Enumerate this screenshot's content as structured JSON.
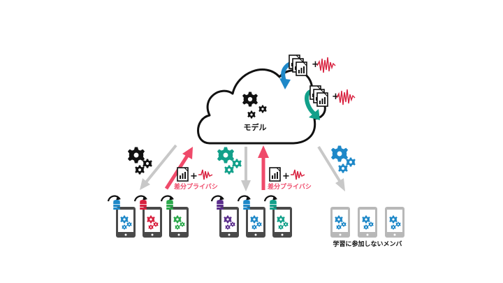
{
  "cloud": {
    "label": "モデル"
  },
  "privacy_label": "差分プライバシ",
  "plus": "+",
  "non_participants_label": "学習に参加しないメンバ",
  "colors": {
    "pink": "#ef4a6a",
    "gray_arrow": "#c8c8c8",
    "blue": "#1e88c8",
    "teal": "#12a08a",
    "green": "#2aa84a",
    "purple": "#5a2d8c",
    "red": "#d8203e",
    "black": "#111111",
    "phone": "#4a4a4a",
    "phone_inactive": "#b8b8b8"
  }
}
